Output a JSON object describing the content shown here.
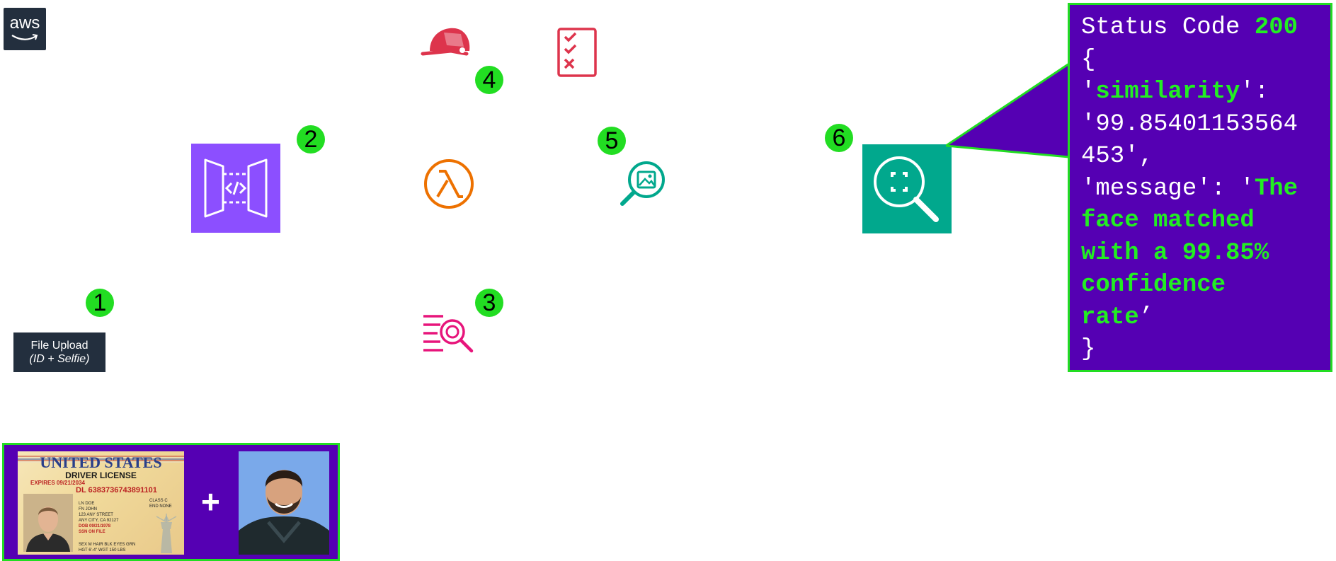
{
  "logo": {
    "text": "aws"
  },
  "upload_button": {
    "line1": "File Upload",
    "line2": "(ID + Selfie)"
  },
  "steps": [
    "1",
    "2",
    "3",
    "4",
    "5",
    "6"
  ],
  "icons": {
    "api_gateway": "api-gateway-icon",
    "lambda": "lambda-icon",
    "textract": "textract-icon",
    "helmet": "helmet-icon",
    "checklist": "checklist-icon",
    "image_search": "image-search-icon",
    "rekognition": "rekognition-icon"
  },
  "response": {
    "status_label": "Status Code ",
    "status_code": "200",
    "open_brace": "{",
    "quote": "'",
    "similarity_key": "similarity",
    "colon": "':",
    "similarity_value_1": "'99.85401153564",
    "similarity_value_2": "453',",
    "message_key": "'message': '",
    "message_line1": "The",
    "message_line2": "face matched",
    "message_line3": "with a 99.85%",
    "message_line4": "confidence",
    "message_line5": "rate",
    "message_close": "’",
    "close_brace": "}"
  },
  "id_card": {
    "country": "UNITED STATES",
    "doc_type": "DRIVER LICENSE",
    "expires": "EXPIRES 09/21/2034",
    "dl_label": "DL",
    "dl_number": "6383736743891101",
    "ln": "LN DOE",
    "fn": "FN JOHN",
    "address": "123 ANY STREET",
    "city": "ANY CITY, CA 92127",
    "dob": "DOB 09/21/1978",
    "ssn": "SSN ON FILE",
    "sex": "SEX M   HAIR BLK   EYES GRN",
    "hgt": "HGT 6'-4\"   WGT 150 LBS",
    "class": "CLASS C",
    "end": "END NONE"
  },
  "plus_sign": "+",
  "colors": {
    "badge": "#22dd22",
    "panel": "#5500b3",
    "api_gateway": "#8c4fff",
    "rekognition": "#01a88d",
    "lambda": "#ed7100",
    "textract": "#e7157b",
    "a2i": "#dd344c",
    "highlight": "#22ee22"
  }
}
